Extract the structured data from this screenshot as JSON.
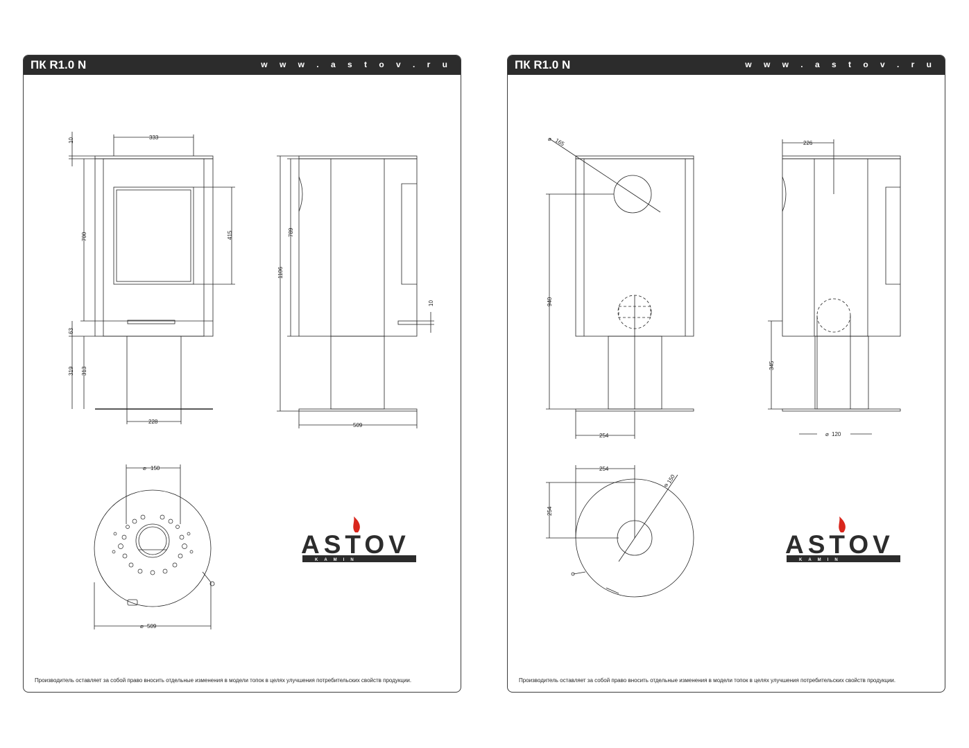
{
  "sheets": [
    {
      "title": "ПК R1.0 N",
      "url": "w w w . a s t o v . r u",
      "footer": "Производитель оставляет за собой право вносить отдельные изменения в модели топок в целях улучшения потребительских свойств продукции.",
      "dims": {
        "top_thickness": "10",
        "top_width": "333",
        "body_height": "700",
        "glass_height": "415",
        "base_gap": "63",
        "leg_height_outer": "319",
        "leg_height_inner": "313",
        "leg_width": "228",
        "side_body": "789",
        "total_height": "1106",
        "side_small": "10",
        "base_depth": "509",
        "top_flue": "150",
        "top_diameter": "509"
      },
      "logo": {
        "word": "ASTOV",
        "sub": "KAMIN"
      }
    },
    {
      "title": "ПК R1.0 N",
      "url": "w w w . a s t o v . r u",
      "footer": "Производитель оставляет за собой право вносить отдельные изменения в модели топок в целях улучшения потребительских свойств продукции.",
      "dims": {
        "flue_diameter": "165",
        "flue_height": "940",
        "rear_offset": "254",
        "side_offset": "226",
        "side_height": "345",
        "bottom_flue": "120",
        "plan_x": "254",
        "plan_y": "254",
        "plan_flue": "150"
      },
      "logo": {
        "word": "ASTOV",
        "sub": "KAMIN"
      }
    }
  ],
  "colors": {
    "header_bg": "#2c2c2c",
    "flame_red": "#d9261c",
    "line": "#222222"
  }
}
